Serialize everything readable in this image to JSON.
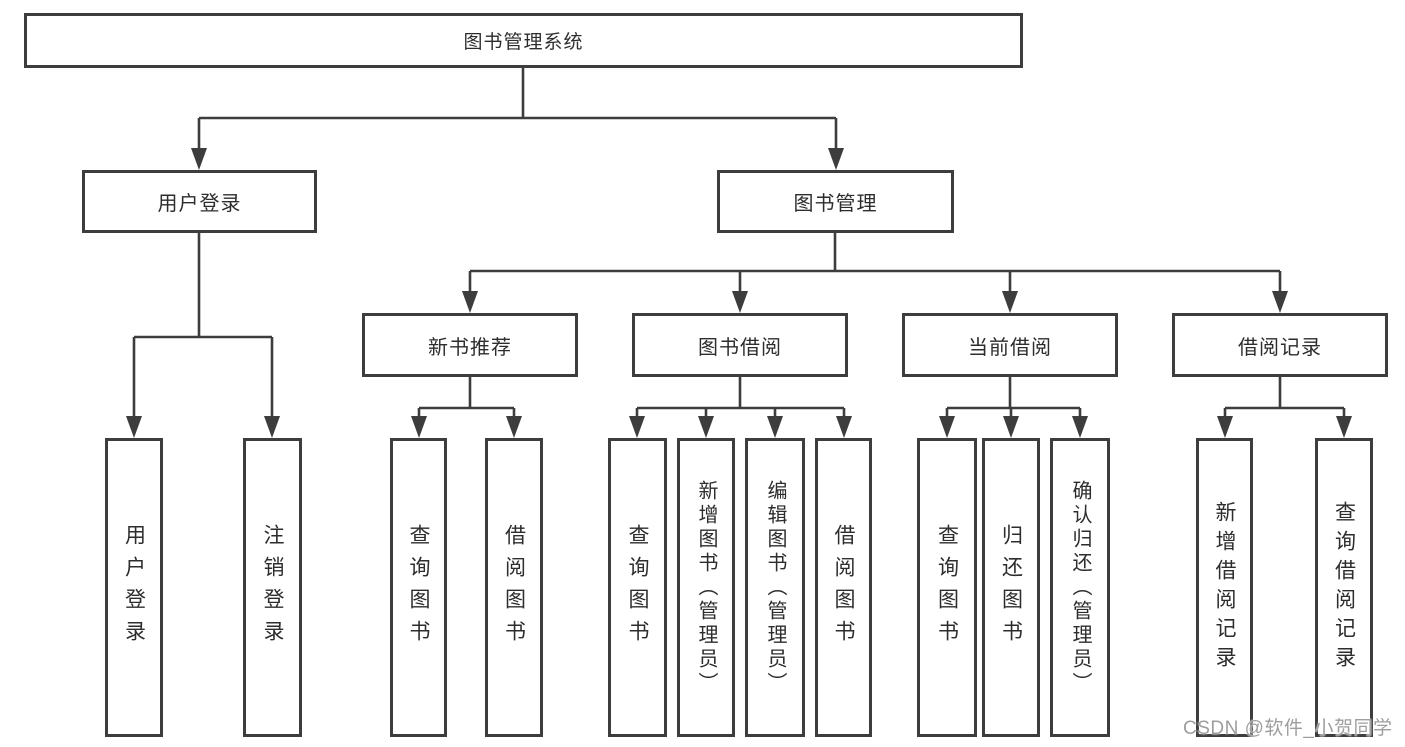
{
  "diagram": {
    "root": {
      "label": "图书管理系统"
    },
    "level2": [
      {
        "label": "用户登录"
      },
      {
        "label": "图书管理"
      }
    ],
    "level3": [
      {
        "label": "新书推荐"
      },
      {
        "label": "图书借阅"
      },
      {
        "label": "当前借阅"
      },
      {
        "label": "借阅记录"
      }
    ],
    "leaves": {
      "login": [
        "用户登录",
        "注销登录"
      ],
      "newbook": [
        "查询图书",
        "借阅图书"
      ],
      "borrow": [
        "查询图书",
        "新增图书（管理员）",
        "编辑图书（管理员）",
        "借阅图书"
      ],
      "current": [
        "查询图书",
        "归还图书",
        "确认归还（管理员）"
      ],
      "records": [
        "新增借阅记录",
        "查询借阅记录"
      ]
    },
    "colors": {
      "line": "#3d3d3d",
      "text": "#2d2d2d",
      "background": "#ffffff",
      "watermark": "#9e9e9e"
    }
  },
  "watermark": {
    "text": "CSDN @软件_小贺同学"
  }
}
